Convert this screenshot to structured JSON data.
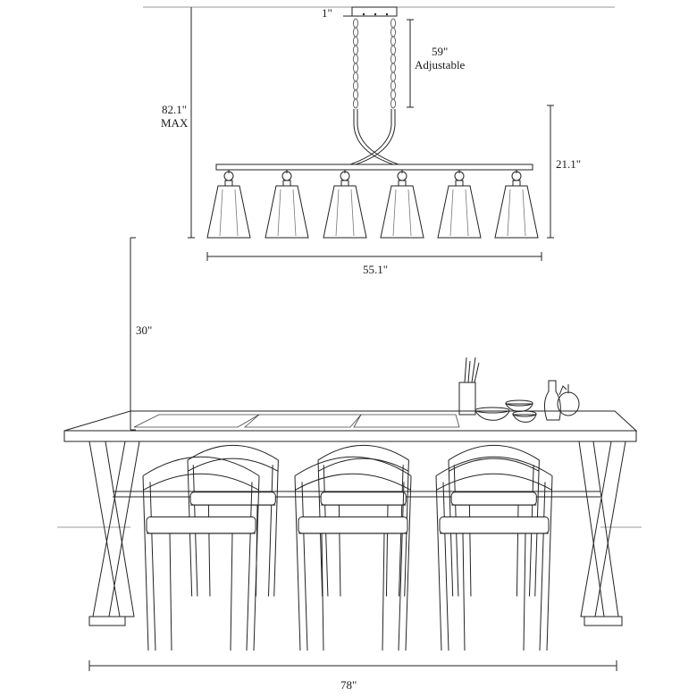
{
  "dimensions": {
    "canopy_height": "1\"",
    "chain_length": "59\"",
    "chain_note": "Adjustable",
    "max_height": "82.1\"",
    "max_note": "MAX",
    "fixture_height": "21.1\"",
    "fixture_width": "55.1\"",
    "table_clearance": "30\"",
    "table_length": "78\""
  }
}
